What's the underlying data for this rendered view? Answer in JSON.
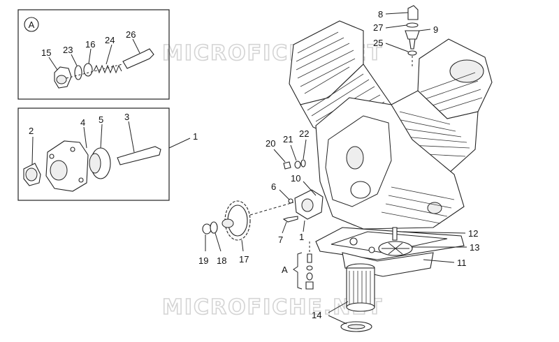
{
  "watermark": "MICROFICHE.NET",
  "inset_a_label": "A",
  "bracket_label": "A",
  "callouts": [
    "1",
    "1",
    "2",
    "3",
    "4",
    "5",
    "6",
    "7",
    "8",
    "9",
    "10",
    "11",
    "12",
    "13",
    "14",
    "15",
    "16",
    "17",
    "18",
    "19",
    "20",
    "21",
    "22",
    "23",
    "24",
    "25",
    "26",
    "27"
  ]
}
